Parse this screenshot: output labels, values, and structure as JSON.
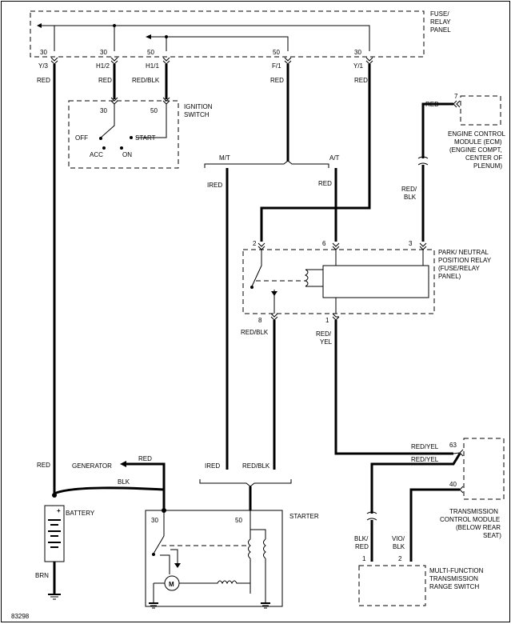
{
  "fuse_panel": {
    "label1": "FUSE/",
    "label2": "RELAY",
    "label3": "PANEL",
    "pins": [
      {
        "num": "30",
        "id": "Y/3"
      },
      {
        "num": "30",
        "id": "H1/2"
      },
      {
        "num": "50",
        "id": "H1/1"
      },
      {
        "num": "50",
        "id": "F/1"
      },
      {
        "num": "30",
        "id": "Y/1"
      }
    ]
  },
  "wires": {
    "red_y3": "RED",
    "red_h12": "RED",
    "redblk_h11": "RED/BLK",
    "red_f1": "RED",
    "red_y1": "RED",
    "ired_mt": "IRED",
    "red_at": "RED",
    "red_ecm": "RED",
    "redblk_ecm1": "RED/",
    "redblk_ecm2": "BLK",
    "redblk_8": "RED/BLK",
    "redyel_1a": "RED/",
    "redyel_1b": "YEL",
    "redyel_63": "RED/YEL",
    "redyel_mid": "RED/YEL",
    "red_batt": "RED",
    "red_gen": "RED",
    "blk_batt": "BLK",
    "brn": "BRN",
    "ired_bottom": "IRED",
    "redblk_bottom": "RED/BLK",
    "blkred1": "BLK/",
    "blkred2": "RED",
    "vioblk1": "VIO/",
    "vioblk2": "BLK"
  },
  "ignition": {
    "label1": "IGNITION",
    "label2": "SWITCH",
    "pin30": "30",
    "pin50": "50",
    "off": "OFF",
    "start": "START",
    "acc": "ACC",
    "on": "ON"
  },
  "split_top": {
    "mt": "M/T",
    "at": "A/T"
  },
  "ecm": {
    "pin": "7",
    "l1": "ENGINE CONTROL",
    "l2": "MODULE (ECM)",
    "l3": "(ENGINE COMPT,",
    "l4": "CENTER OF",
    "l5": "PLENUM)"
  },
  "relay": {
    "l1": "PARK/ NEUTRAL",
    "l2": "POSITION RELAY",
    "l3": "(FUSE/RELAY",
    "l4": "PANEL)",
    "pin2": "2",
    "pin6": "6",
    "pin3": "3",
    "pin8": "8",
    "pin1": "1"
  },
  "tcm": {
    "pin63": "63",
    "pin40": "40",
    "l1": "TRANSMISSION",
    "l2": "CONTROL MODULE",
    "l3": "(BELOW REAR",
    "l4": "SEAT)"
  },
  "generator": "GENERATOR",
  "battery": "BATTERY",
  "starter": {
    "label": "STARTER",
    "pin30": "30",
    "pin50": "50",
    "motor": "M"
  },
  "mfs": {
    "pin1": "1",
    "pin2": "2",
    "l1": "MULTI-FUNCTION",
    "l2": "TRANSMISSION",
    "l3": "RANGE SWITCH"
  },
  "figure_id": "83298"
}
